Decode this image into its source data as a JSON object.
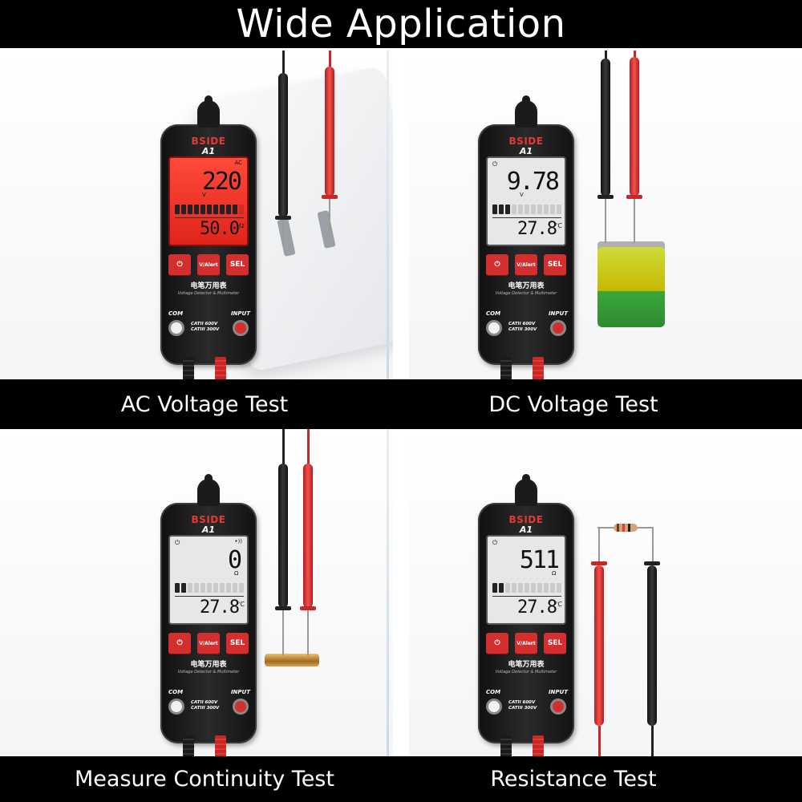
{
  "header": {
    "title": "Wide Application"
  },
  "panels": [
    {
      "caption": "AC Voltage Test",
      "main_value": "220",
      "main_tag": "AC",
      "unit": "V",
      "sub_value": "50.0",
      "sub_unit": "Hz"
    },
    {
      "caption": "DC Voltage Test",
      "main_value": "9.78",
      "main_tag": "",
      "unit": "V",
      "sub_value": "27.8",
      "sub_unit": "°C"
    },
    {
      "caption": "Measure Continuity Test",
      "main_value": "0",
      "main_tag": "•))",
      "unit": "Ω",
      "sub_value": "27.8",
      "sub_unit": "°C"
    },
    {
      "caption": "Resistance Test",
      "main_value": "511",
      "main_tag": "",
      "unit": "Ω",
      "sub_value": "27.8",
      "sub_unit": "°C"
    }
  ],
  "device": {
    "brand": "BSIDE",
    "model": "A1",
    "buttons": {
      "power": "⏻",
      "ncv": "V/Alert",
      "sel": "SEL"
    },
    "label_cn": "电笔万用表",
    "label_en": "Voltage Detector & Multimeter",
    "port_com": "COM",
    "port_input": "INPUT",
    "cat_line1": "CATII 600V",
    "cat_line2": "CATIII 300V"
  },
  "colors": {
    "accent_red": "#d32f2f",
    "bar_black": "#000000"
  }
}
